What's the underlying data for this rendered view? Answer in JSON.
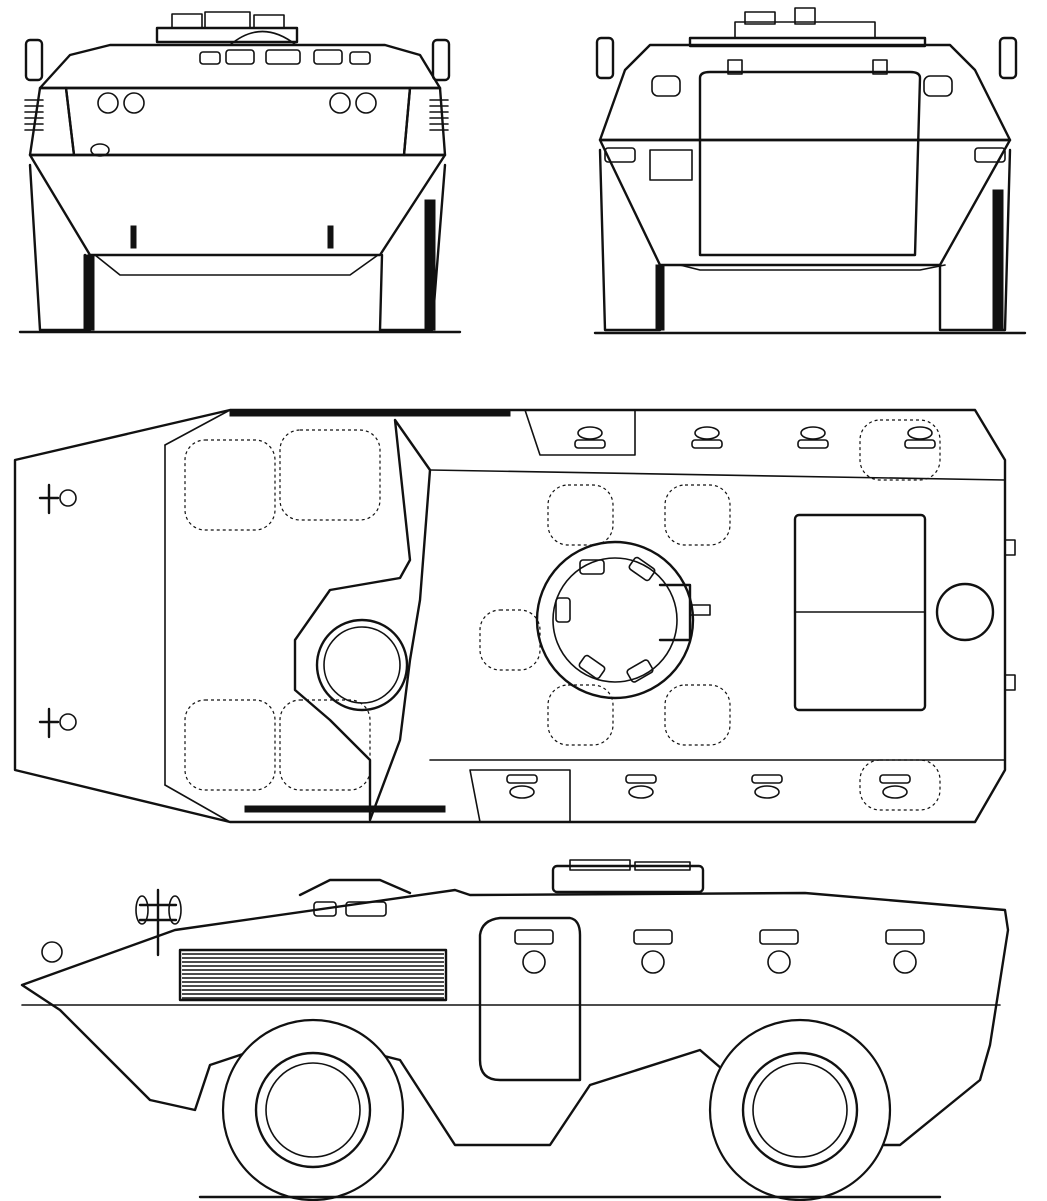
{
  "drawing": {
    "views": [
      "front-view",
      "rear-view",
      "top-view",
      "side-view"
    ]
  },
  "colors": {
    "ink": "#111111",
    "paper": "#ffffff"
  }
}
